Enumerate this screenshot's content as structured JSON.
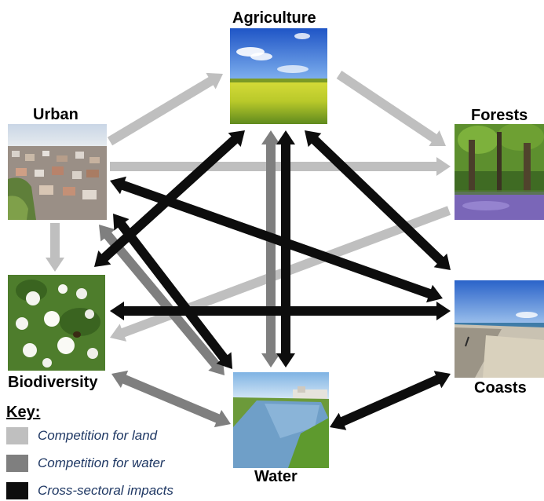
{
  "nodes": {
    "agriculture": {
      "label": "Agriculture",
      "icon": "agriculture-photo"
    },
    "urban": {
      "label": "Urban",
      "icon": "urban-photo"
    },
    "forests": {
      "label": "Forests",
      "icon": "forests-photo"
    },
    "biodiversity": {
      "label": "Biodiversity",
      "icon": "biodiversity-photo"
    },
    "coasts": {
      "label": "Coasts",
      "icon": "coasts-photo"
    },
    "water": {
      "label": "Water",
      "icon": "water-photo"
    }
  },
  "key": {
    "title": "Key:",
    "items": [
      {
        "label": "Competition for land",
        "color": "#bfbfbf"
      },
      {
        "label": "Competition for water",
        "color": "#7f7f7f"
      },
      {
        "label": "Cross-sectoral impacts",
        "color": "#0d0d0d"
      }
    ]
  },
  "colors": {
    "land": "#bfbfbf",
    "water": "#7f7f7f",
    "impact": "#0d0d0d"
  },
  "links": [
    {
      "from": "urban",
      "to": "agriculture",
      "type": "land",
      "direction": "one-way"
    },
    {
      "from": "agriculture",
      "to": "forests",
      "type": "land",
      "direction": "one-way"
    },
    {
      "from": "urban",
      "to": "forests",
      "type": "land",
      "direction": "one-way"
    },
    {
      "from": "urban",
      "to": "biodiversity",
      "type": "land",
      "direction": "one-way"
    },
    {
      "from": "forests",
      "to": "biodiversity",
      "type": "land",
      "direction": "one-way"
    },
    {
      "from": "urban",
      "to": "water",
      "type": "water",
      "direction": "both"
    },
    {
      "from": "agriculture",
      "to": "water",
      "type": "water",
      "direction": "both"
    },
    {
      "from": "biodiversity",
      "to": "water",
      "type": "water",
      "direction": "both"
    },
    {
      "from": "agriculture",
      "to": "biodiversity",
      "type": "impact",
      "direction": "both"
    },
    {
      "from": "agriculture",
      "to": "water",
      "type": "impact",
      "direction": "both"
    },
    {
      "from": "agriculture",
      "to": "coasts",
      "type": "impact",
      "direction": "both"
    },
    {
      "from": "urban",
      "to": "coasts",
      "type": "impact",
      "direction": "both"
    },
    {
      "from": "urban",
      "to": "water",
      "type": "impact",
      "direction": "both"
    },
    {
      "from": "biodiversity",
      "to": "coasts",
      "type": "impact",
      "direction": "both"
    },
    {
      "from": "water",
      "to": "coasts",
      "type": "impact",
      "direction": "both"
    }
  ]
}
